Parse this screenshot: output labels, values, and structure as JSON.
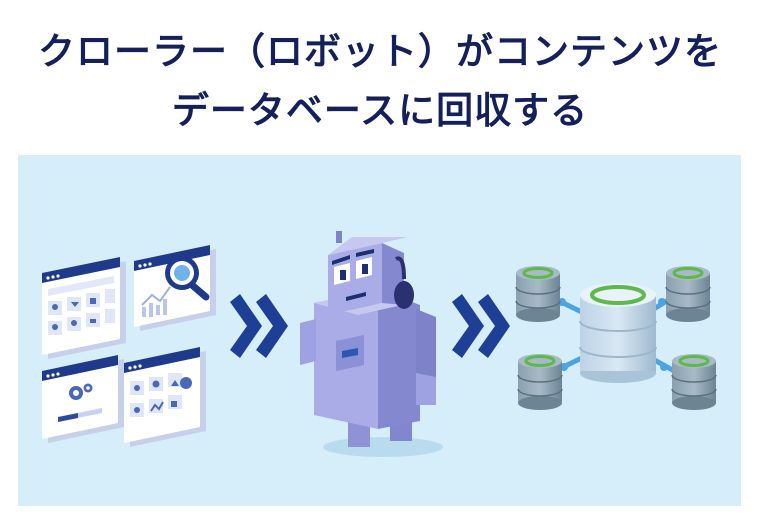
{
  "title": {
    "line1": "クローラー（ロボット）がコンテンツを",
    "line2": "データベースに回収する"
  },
  "colors": {
    "title": "#13205a",
    "panel_background": "#d6eef9",
    "arrow": "#1d3f96",
    "robot": "#a6a9e4",
    "database": "#6d8595",
    "database_ring": "#5eb84a",
    "connector": "#4ea3e6"
  },
  "icons": [
    "webpages-illustration",
    "double-chevron-right-icon",
    "robot-illustration",
    "double-chevron-right-icon",
    "database-network-illustration"
  ]
}
